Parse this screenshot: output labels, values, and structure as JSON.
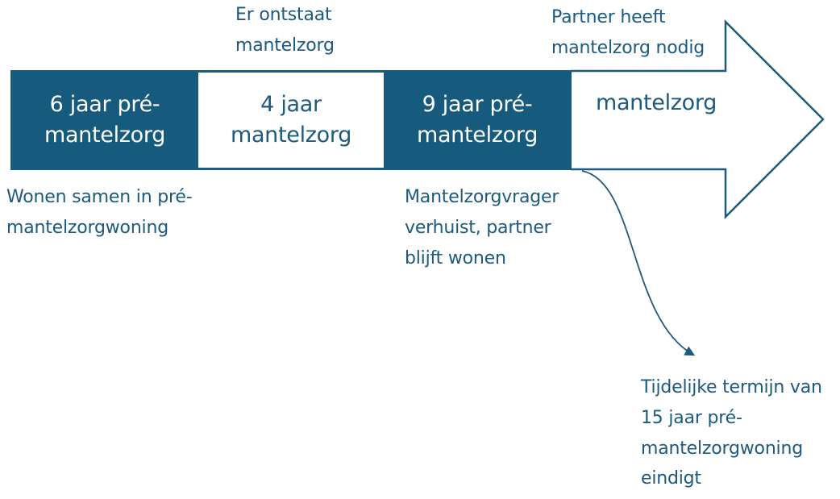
{
  "colors": {
    "dark_fill": "#165a7d",
    "text_blue": "#1c5a80",
    "line_blue": "#1c5a80"
  },
  "timeline": {
    "segments": [
      {
        "label": "6 jaar pré-mantelzorg",
        "style": "dark",
        "years": 6
      },
      {
        "label": "4 jaar mantelzorg",
        "style": "light",
        "years": 4
      },
      {
        "label": "9 jaar pré-mantelzorg",
        "style": "dark",
        "years": 9
      }
    ],
    "arrow_label": "mantelzorg"
  },
  "annotations": {
    "above": [
      {
        "text": "Er ontstaat mantelzorg"
      },
      {
        "text": "Partner heeft mantelzorg nodig"
      }
    ],
    "below": [
      {
        "text": "Wonen samen in pré-mantelzorgwoning"
      },
      {
        "text": "Mantelzorgvrager verhuist, partner blijft wonen"
      }
    ],
    "outcome": {
      "text": "Tijdelijke termijn van 15 jaar pré-mantelzorgwoning eindigt"
    }
  }
}
